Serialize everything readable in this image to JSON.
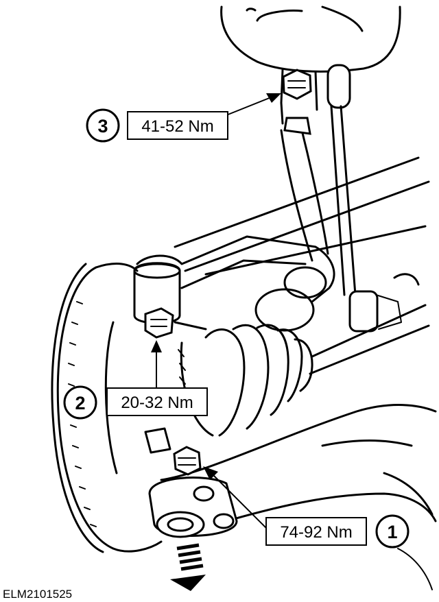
{
  "callouts": [
    {
      "number": "3",
      "torque": "41-52 Nm"
    },
    {
      "number": "2",
      "torque": "20-32 Nm"
    },
    {
      "number": "1",
      "torque": "74-92 Nm"
    }
  ],
  "reference_code": "ELM2101525"
}
